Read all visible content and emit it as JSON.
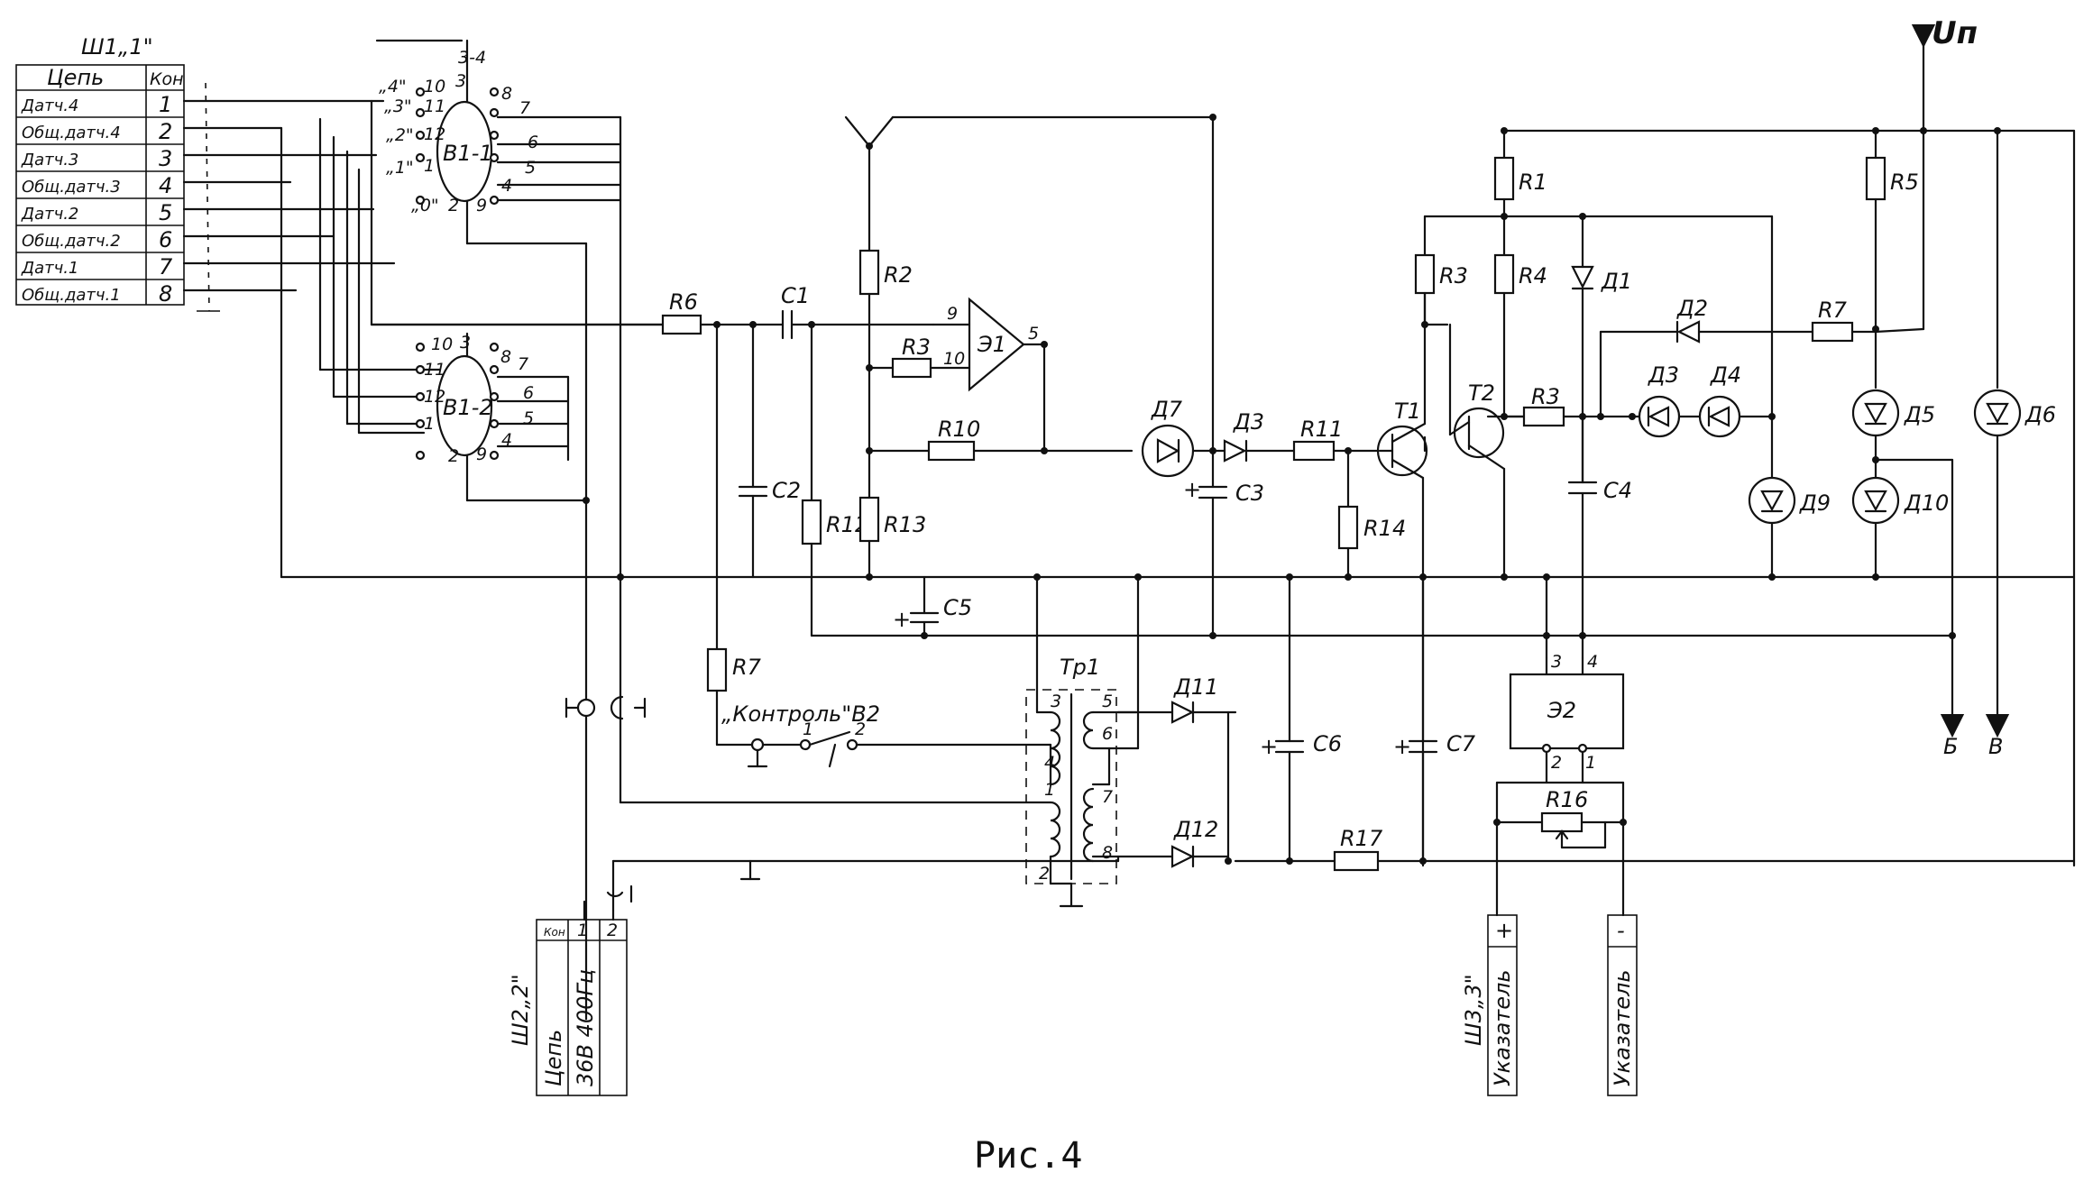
{
  "figure": {
    "caption": "Рис.4"
  },
  "connector_sh1": {
    "title": "Ш1„1\"",
    "header": [
      "Цепь",
      "Кон"
    ],
    "rows": [
      {
        "name": "Датч.4",
        "pin": "1"
      },
      {
        "name": "Общ.датч.4",
        "pin": "2"
      },
      {
        "name": "Датч.3",
        "pin": "3"
      },
      {
        "name": "Общ.датч.3",
        "pin": "4"
      },
      {
        "name": "Датч.2",
        "pin": "5"
      },
      {
        "name": "Общ.датч.2",
        "pin": "6"
      },
      {
        "name": "Датч.1",
        "pin": "7"
      },
      {
        "name": "Общ.датч.1",
        "pin": "8"
      }
    ]
  },
  "connector_sh2": {
    "title": "Ш2„2\"",
    "header": [
      "Цепь",
      "Кон"
    ],
    "rows": [
      {
        "name": "36В 400Гц",
        "pin": "1"
      },
      {
        "name": "",
        "pin": "2"
      }
    ]
  },
  "connector_sh3": {
    "title": "Ш3„3\"",
    "terminals": [
      {
        "label": "Указатель",
        "sign": "+"
      },
      {
        "label": "Указатель",
        "sign": "-"
      }
    ]
  },
  "switch_b1": {
    "b1_1": {
      "label": "В1-1",
      "pins": [
        "10",
        "11",
        "12",
        "1",
        "2",
        "3",
        "8",
        "7",
        "6",
        "5",
        "4",
        "9"
      ],
      "positions": [
        "„4\"",
        "„3\"",
        "„2\"",
        "„1\"",
        "„0\"",
        "3-4"
      ]
    },
    "b1_2": {
      "label": "В1-2",
      "pins": [
        "10",
        "11",
        "12",
        "1",
        "2",
        "3",
        "8",
        "7",
        "6",
        "5",
        "4",
        "9"
      ]
    }
  },
  "control_switch": {
    "label": "„Контроль\"В2",
    "pins": [
      "1",
      "2"
    ]
  },
  "transformer": {
    "label": "Тр1",
    "pins": [
      "3",
      "4",
      "1",
      "2",
      "5",
      "6",
      "7",
      "8"
    ]
  },
  "amplifier": {
    "label": "Э1",
    "pins": [
      "9",
      "10",
      "5"
    ]
  },
  "indicator_block": {
    "label": "Э2",
    "pins": [
      "3",
      "4",
      "2",
      "1"
    ]
  },
  "supply": {
    "label": "Uп"
  },
  "outputs": [
    "Б",
    "В"
  ],
  "resistors": [
    "R1",
    "R2",
    "R3",
    "R3",
    "R4",
    "R5",
    "R6",
    "R7",
    "R7",
    "R10",
    "R11",
    "R12",
    "R13",
    "R14",
    "R16",
    "R17"
  ],
  "capacitors": [
    "C1",
    "C2",
    "C3",
    "C4",
    "C5",
    "C6",
    "C7"
  ],
  "diodes": [
    "Д1",
    "Д2",
    "Д3",
    "Д3",
    "Д4",
    "Д5",
    "Д6",
    "Д7",
    "Д9",
    "Д10",
    "Д11",
    "Д12"
  ],
  "transistors": [
    "Т1",
    "Т2"
  ],
  "polarity_plus": "+",
  "colors": {
    "ink": "#111111",
    "paper": "#ffffff"
  }
}
